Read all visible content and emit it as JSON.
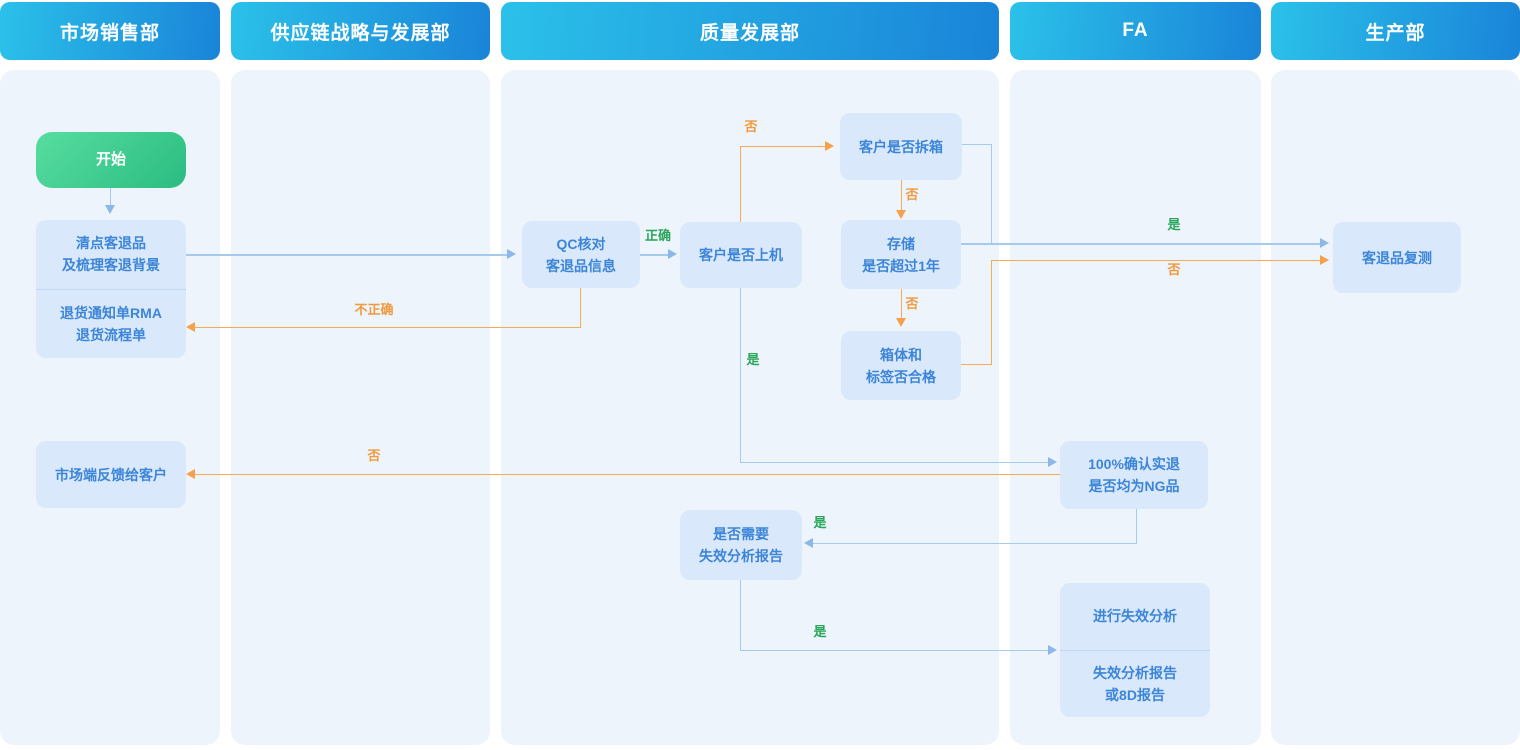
{
  "lanes": [
    {
      "id": "marketing-sales",
      "label": "市场销售部"
    },
    {
      "id": "supply-chain-strategy",
      "label": "供应链战略与发展部"
    },
    {
      "id": "quality-development",
      "label": "质量发展部"
    },
    {
      "id": "fa",
      "label": "FA"
    },
    {
      "id": "production",
      "label": "生产部"
    }
  ],
  "nodes": {
    "start": {
      "label": "开始",
      "type": "start"
    },
    "count_returns": {
      "lines": [
        "清点客退品",
        "及梳理客退背景"
      ]
    },
    "rma_form": {
      "lines": [
        "退货通知单RMA",
        "退货流程单"
      ]
    },
    "qc_check": {
      "lines": [
        "QC核对",
        "客退品信息"
      ]
    },
    "customer_on_machine": {
      "label": "客户是否上机"
    },
    "customer_unboxed": {
      "label": "客户是否拆箱"
    },
    "storage_over_1y": {
      "lines": [
        "存储",
        "是否超过1年"
      ]
    },
    "box_and_label_ok": {
      "lines": [
        "箱体和",
        "标签否合格"
      ]
    },
    "retest": {
      "label": "客退品复测"
    },
    "feedback_to_customer": {
      "label": "市场端反馈给客户"
    },
    "confirm_ng": {
      "lines": [
        "100%确认实退",
        "是否均为NG品"
      ]
    },
    "need_fa_report": {
      "lines": [
        "是否需要",
        "失效分析报告"
      ]
    },
    "do_failure_analysis": {
      "label": "进行失效分析"
    },
    "fa_report": {
      "lines": [
        "失效分析报告",
        "或8D报告"
      ]
    }
  },
  "edges": [
    {
      "from": "start",
      "to": "count_returns",
      "label": ""
    },
    {
      "from": "count_returns",
      "to": "qc_check",
      "label": ""
    },
    {
      "from": "qc_check",
      "to": "rma_form",
      "label": "不正确"
    },
    {
      "from": "qc_check",
      "to": "customer_on_machine",
      "label": "正确"
    },
    {
      "from": "customer_on_machine",
      "to": "customer_unboxed",
      "label": "否"
    },
    {
      "from": "customer_unboxed",
      "to": "storage_over_1y",
      "label": "否"
    },
    {
      "from": "storage_over_1y",
      "to": "box_and_label_ok",
      "label": "否"
    },
    {
      "from": "customer_unboxed",
      "to": "retest",
      "label": "是"
    },
    {
      "from": "storage_over_1y",
      "to": "retest",
      "label": "是"
    },
    {
      "from": "box_and_label_ok",
      "to": "retest",
      "label": "否"
    },
    {
      "from": "customer_on_machine",
      "to": "confirm_ng",
      "label": "是"
    },
    {
      "from": "confirm_ng",
      "to": "feedback_to_customer",
      "label": "否"
    },
    {
      "from": "confirm_ng",
      "to": "need_fa_report",
      "label": "是"
    },
    {
      "from": "need_fa_report",
      "to": "do_failure_analysis",
      "label": "是"
    }
  ],
  "colors": {
    "header_gradient_start": "#2bc1e9",
    "header_gradient_end": "#1a84d8",
    "start_gradient_start": "#58dda0",
    "start_gradient_end": "#2abc81",
    "lane_bg": "#eef4fb",
    "node_bg": "#d9e9fb",
    "node_text": "#3d85d8",
    "line_blue": "#a6c9ee",
    "line_orange": "#f6ab57",
    "label_green": "#27a65a",
    "label_orange": "#f0993d"
  }
}
